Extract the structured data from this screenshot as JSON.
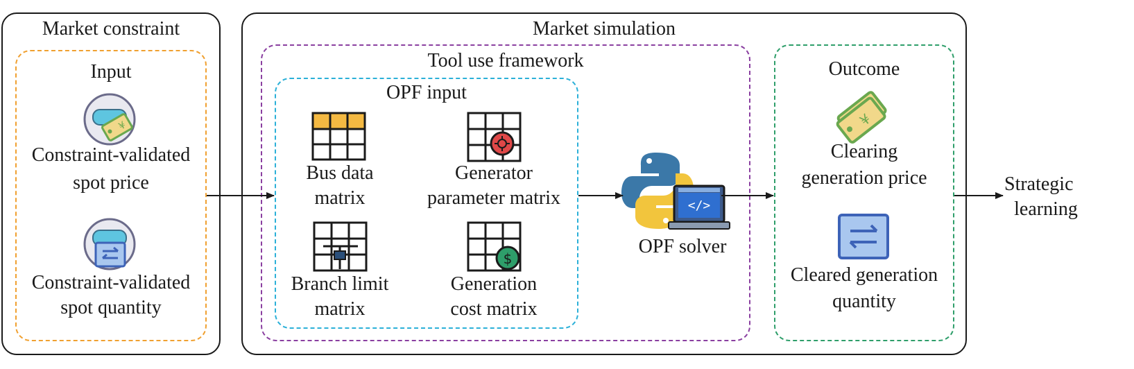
{
  "market_constraint": {
    "title": "Market constraint",
    "input_title": "Input",
    "price_label_1": "Constraint-validated",
    "price_label_2": "spot price",
    "quantity_label_1": "Constraint-validated",
    "quantity_label_2": "spot quantity"
  },
  "market_simulation": {
    "title": "Market simulation",
    "tool_use_title": "Tool use framework",
    "opf_input_title": "OPF input",
    "bus_label_1": "Bus data",
    "bus_label_2": "matrix",
    "generator_label_1": "Generator",
    "generator_label_2": "parameter matrix",
    "branch_label_1": "Branch limit",
    "branch_label_2": "matrix",
    "cost_label_1": "Generation",
    "cost_label_2": "cost matrix",
    "solver_label": "OPF solver",
    "outcome_title": "Outcome",
    "clearing_price_1": "Clearing",
    "clearing_price_2": "generation price",
    "cleared_qty_1": "Cleared generation",
    "cleared_qty_2": "quantity"
  },
  "output": {
    "label_1": "Strategic",
    "label_2": "learning"
  },
  "colors": {
    "orange": "#f0a030",
    "purple": "#8a3fa0",
    "cyan": "#2bb0d8",
    "green": "#2e9e6a",
    "python_blue": "#3b78a8",
    "python_yellow": "#f2c53d"
  }
}
